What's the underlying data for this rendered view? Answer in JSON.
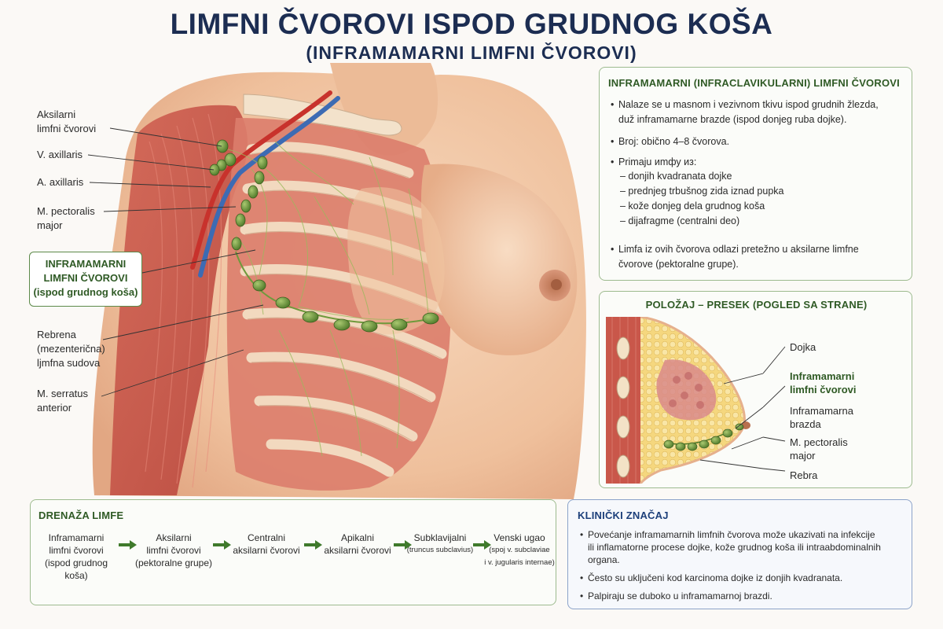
{
  "header": {
    "title": "LIMFNI ČVOROVI ISPOD GRUDNOG KOŠA",
    "subtitle": "(INFRAMAMARNI LIMFNI ČVOROVI)"
  },
  "illustration_labels": {
    "aksilarni_1": "Aksilarni",
    "aksilarni_2": "limfni čvorovi",
    "v_axillaris": "V. axillaris",
    "a_axillaris": "A. axillaris",
    "pectoralis_1": "M. pectoralis",
    "pectoralis_2": "major",
    "inframamarni_1": "INFRAMAMARNI",
    "inframamarni_2": "LIMFNI ČVOROVI",
    "inframamarni_3": "(ispod grudnog koša)",
    "rebrena_1": "Rebrena",
    "rebrena_2": "(mezenterična)",
    "rebrena_3": "ljmfna sudova",
    "serratus_1": "M. serratus",
    "serratus_2": "anterior"
  },
  "info_panel": {
    "heading": "INFRAMAMARNI (INFRACLAVIKULARNI) LIMFNI ČVOROVI",
    "b1_l1": "Nalaze se u masnom i vezivnom tkivu ispod grudnih žlezda,",
    "b1_l2": "duž inframamarne brazde (ispod donjeg ruba dojke).",
    "b2": "Broj: obično 4–8 čvorova.",
    "b3": "Primaju иmфу из:",
    "sub1": "– donjih kvadranata dojke",
    "sub2": "– prednjeg trbušnog zida iznad pupka",
    "sub3": "– kože donjeg dela grudnog koša",
    "sub4": "– dijafragme (centralni deo)",
    "b4_l1": "Limfa iz ovih čvorova odlazi pretežno u aksilarne limfne",
    "b4_l2": "čvorove (pektoralne grupe).",
    "bullet": "•"
  },
  "cross_section": {
    "heading": "POLOŽAJ – PRESEK (POGLED SA STRANE)",
    "dojka": "Dojka",
    "inf_1": "Inframamarni",
    "inf_2": "limfni čvorovi",
    "brazda_1": "Inframamarna",
    "brazda_2": "brazda",
    "pect_1": "M. pectoralis",
    "pect_2": "major",
    "rebra": "Rebra"
  },
  "drainage": {
    "heading": "DRENAŽA LIMFE",
    "s1_l1": "Inframamarni",
    "s1_l2": "limfni čvorovi",
    "s1_l3": "(ispod grudnog koša)",
    "s2_l1": "Aksilarni",
    "s2_l2": "limfni čvorovi",
    "s2_l3": "(pektoralne grupe)",
    "s3_l1": "Centralni",
    "s3_l2": "aksilarni čvorovi",
    "s4_l1": "Apikalni",
    "s4_l2": "aksilarni čvorovi",
    "s5_l1": "Subklavijalni",
    "s5_l2": "(truncus subclavius)",
    "s6_l1": "Venski ugao",
    "s6_l2": "(spoj v. subclaviae",
    "s6_l3": "i v. jugularis internae)"
  },
  "clinical": {
    "heading": "KLINIČKI ZNAČAJ",
    "c1_l1": "Povećanje inframamarnih limfnih čvorova može ukazivati na infekcije",
    "c1_l2": "ili inflamatorne procese dojke, kože grudnog koša ili intraabdominalnih",
    "c1_l3": "organa.",
    "c2": "Često su uključeni kod karcinoma dojke iz donjih kvadranata.",
    "c3": "Palpiraju se duboko u inframamarnoj brazdi.",
    "bullet": "•"
  },
  "colors": {
    "title": "#1c2d52",
    "accent_green": "#2f5a25",
    "lymph_node": "#6f9a3c",
    "skin": "#f2c9a8",
    "muscle": "#c9574a",
    "vein": "#3d6bb3",
    "artery": "#c8322c"
  }
}
